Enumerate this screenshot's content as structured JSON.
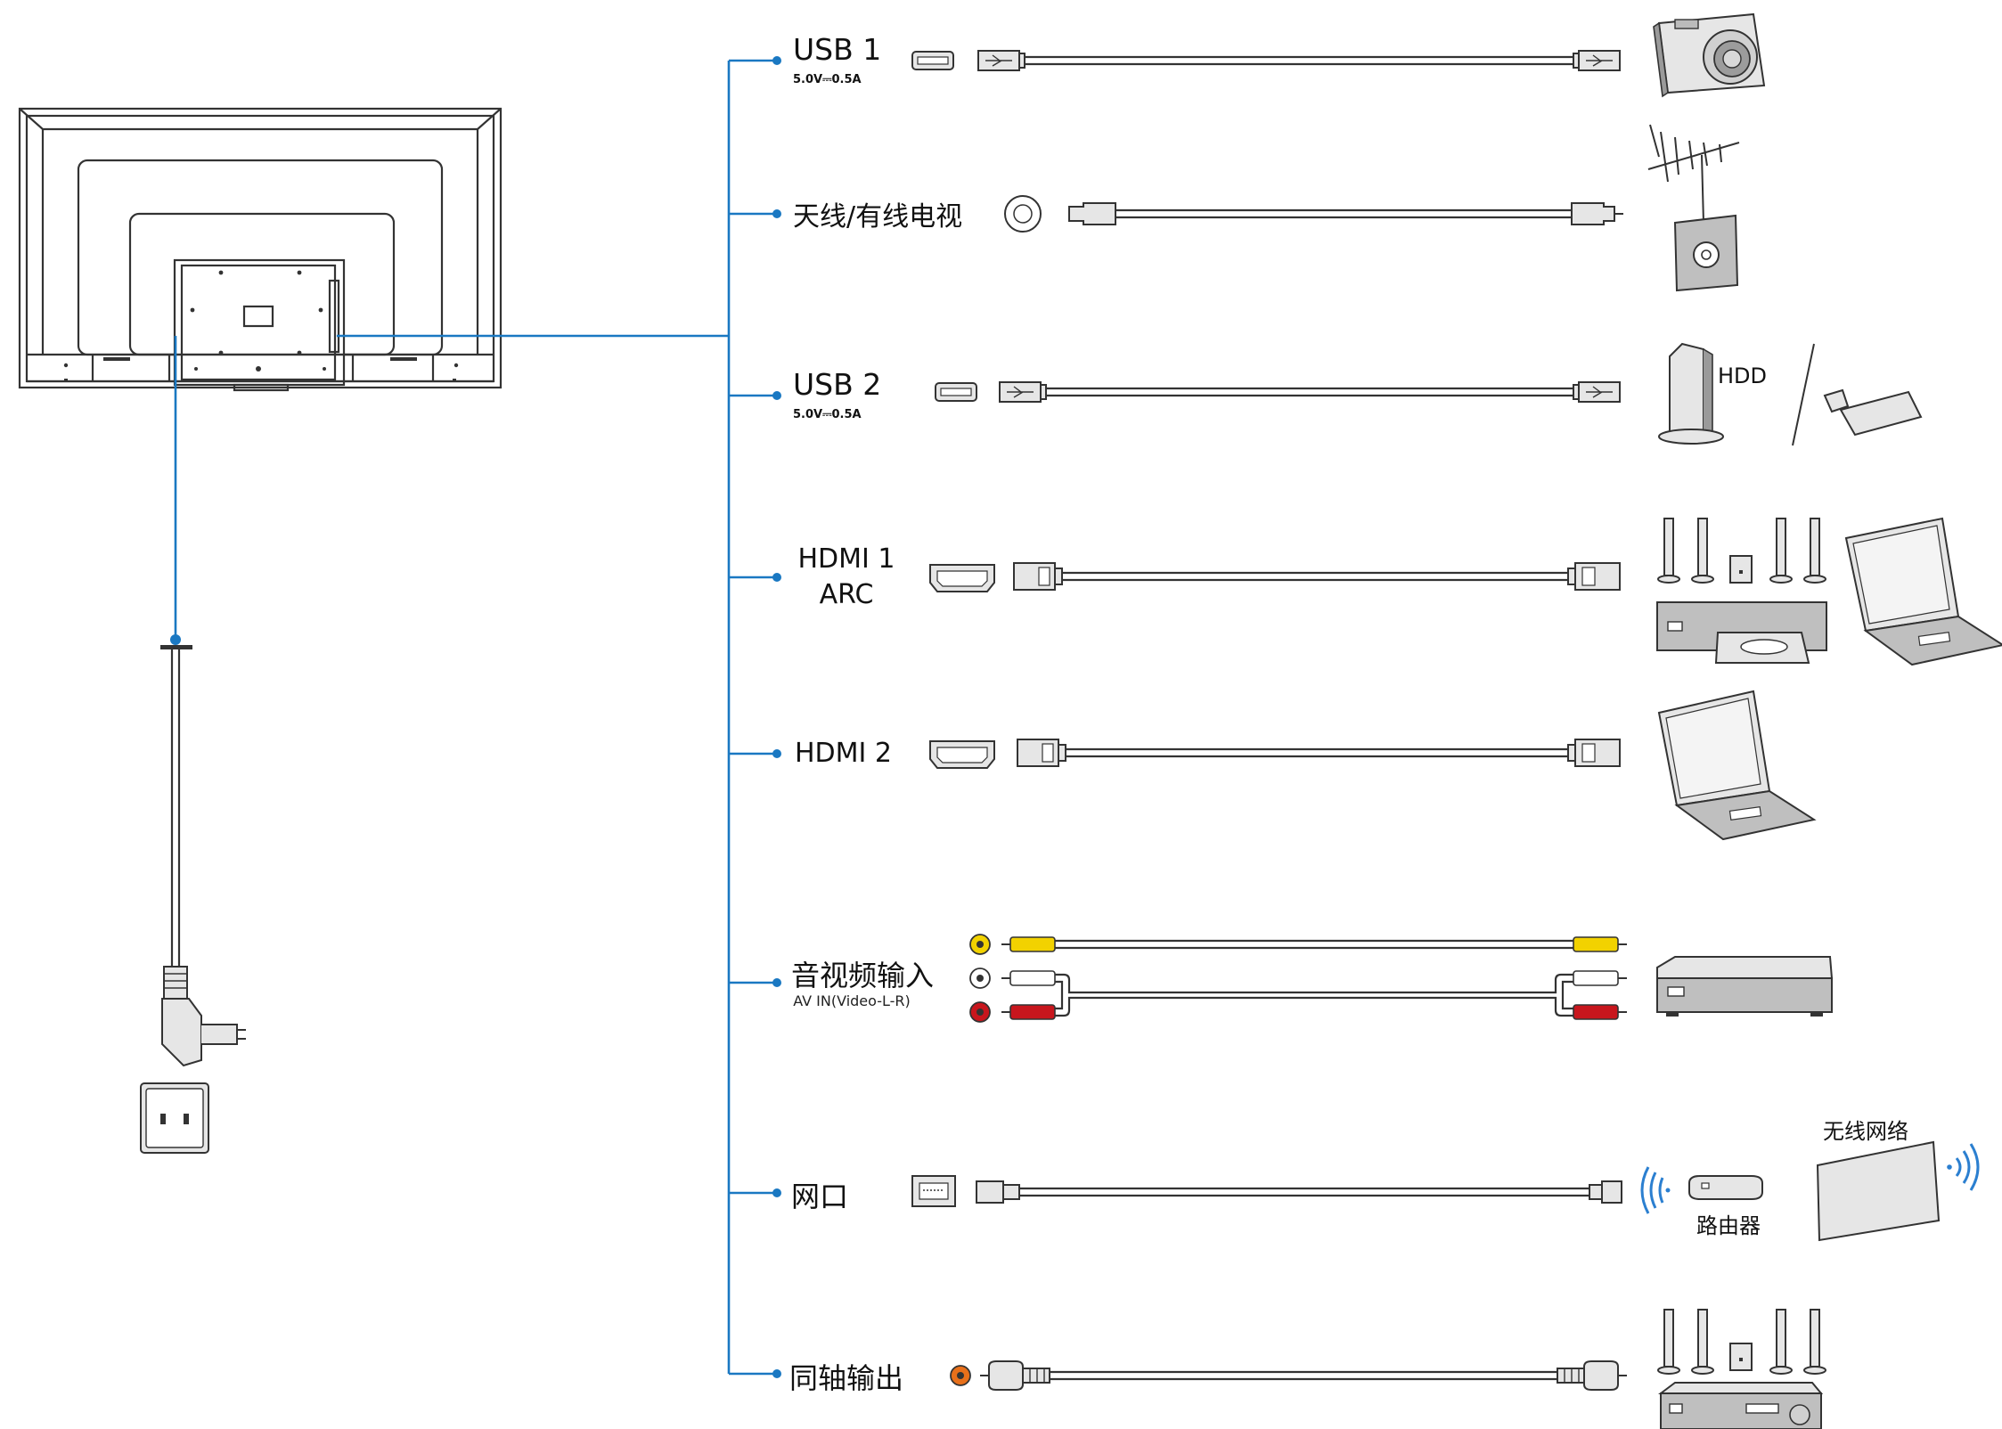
{
  "ports": [
    {
      "id": "usb1",
      "label": "USB 1",
      "sub": "5.0V⎓0.5A"
    },
    {
      "id": "antenna",
      "label": "天线/有线电视"
    },
    {
      "id": "usb2",
      "label": "USB 2",
      "sub": "5.0V⎓0.5A"
    },
    {
      "id": "hdmi1",
      "label": "HDMI 1",
      "label2": "ARC"
    },
    {
      "id": "hdmi2",
      "label": "HDMI 2"
    },
    {
      "id": "av",
      "label": "音视频输入",
      "sub": "AV IN(Video-L-R)"
    },
    {
      "id": "lan",
      "label": "网口"
    },
    {
      "id": "coax",
      "label": "同轴输出"
    }
  ],
  "devices": {
    "hdd_label": "HDD",
    "router_label": "路由器",
    "wifi_label": "无线网络"
  },
  "colors": {
    "leader_line": "#1a78c2",
    "av_video": "#f2d200",
    "av_audio_left": "#ffffff",
    "av_audio_right": "#c8161d",
    "coax": "#e8701a"
  }
}
